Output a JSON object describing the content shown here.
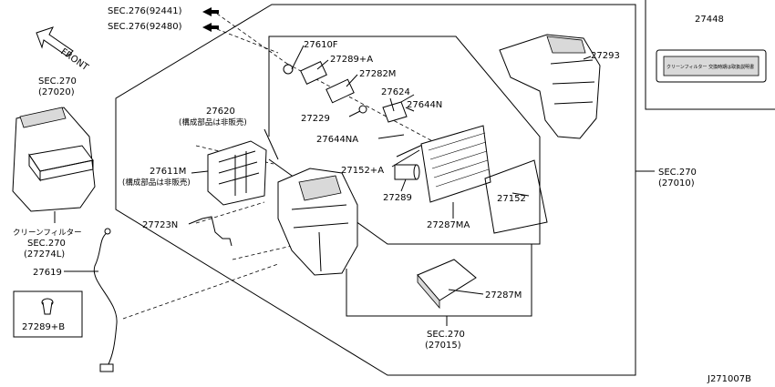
{
  "diagram": {
    "code": "J271007B",
    "front_label": "FRONT",
    "labels": {
      "sec276a": "SEC.276(92441)",
      "sec276b": "SEC.276(92480)",
      "sec270_top": "SEC.270",
      "sec270_top_sub": "(27020)",
      "p27610F": "27610F",
      "p27289A": "27289+A",
      "p27282M": "27282M",
      "p27624": "27624",
      "p27644N": "27644N",
      "p27229": "27229",
      "p27644NA": "27644NA",
      "p27620": "27620",
      "p27620_note": "(構成部品は非販売)",
      "p27611M": "27611M",
      "p27611M_note": "(構成部品は非販売)",
      "p27152A": "27152+A",
      "p27289": "27289",
      "p27152": "27152",
      "p27287MA": "27287MA",
      "p27723N": "27723N",
      "p27293": "27293",
      "p27448": "27448",
      "sec270_right": "SEC.270",
      "sec270_right_sub": "(27010)",
      "clean_filter": "クリーンフィルター",
      "sec270_left": "SEC.270",
      "sec270_left_sub": "(27274L)",
      "p27619": "27619",
      "p27289B": "27289+B",
      "p27287M": "27287M",
      "sec270_bottom": "SEC.270",
      "sec270_bottom_sub": "(27015)",
      "sticker_text": "クリーンフィルター 交換時期は取扱説明書"
    }
  }
}
